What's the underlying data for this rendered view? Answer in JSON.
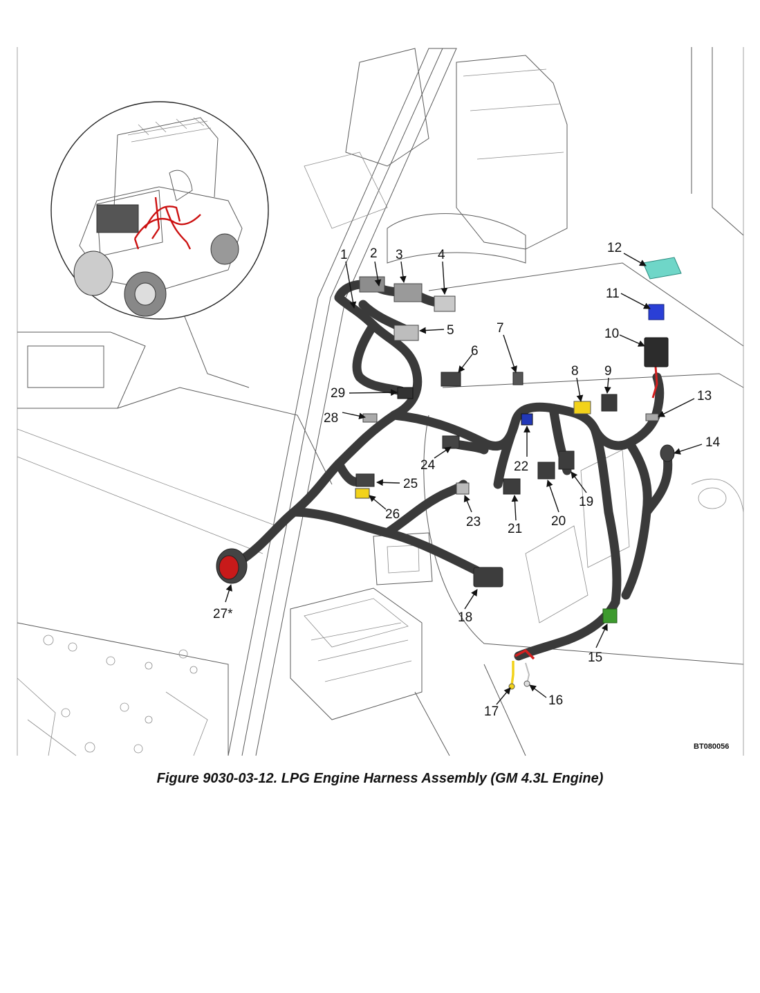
{
  "figure": {
    "image_code": "BT080056",
    "caption": "Figure 9030-03-12. LPG Engine Harness Assembly (GM 4.3L Engine)"
  },
  "callouts": [
    {
      "id": "c1",
      "label": "1"
    },
    {
      "id": "c2",
      "label": "2"
    },
    {
      "id": "c3",
      "label": "3"
    },
    {
      "id": "c4",
      "label": "4"
    },
    {
      "id": "c5",
      "label": "5"
    },
    {
      "id": "c6",
      "label": "6"
    },
    {
      "id": "c7",
      "label": "7"
    },
    {
      "id": "c8",
      "label": "8"
    },
    {
      "id": "c9",
      "label": "9"
    },
    {
      "id": "c10",
      "label": "10"
    },
    {
      "id": "c11",
      "label": "11"
    },
    {
      "id": "c12",
      "label": "12"
    },
    {
      "id": "c13",
      "label": "13"
    },
    {
      "id": "c14",
      "label": "14"
    },
    {
      "id": "c15",
      "label": "15"
    },
    {
      "id": "c16",
      "label": "16"
    },
    {
      "id": "c17",
      "label": "17"
    },
    {
      "id": "c18",
      "label": "18"
    },
    {
      "id": "c19",
      "label": "19"
    },
    {
      "id": "c20",
      "label": "20"
    },
    {
      "id": "c21",
      "label": "21"
    },
    {
      "id": "c22",
      "label": "22"
    },
    {
      "id": "c23",
      "label": "23"
    },
    {
      "id": "c24",
      "label": "24"
    },
    {
      "id": "c25",
      "label": "25"
    },
    {
      "id": "c26",
      "label": "26"
    },
    {
      "id": "c27",
      "label": "27*"
    },
    {
      "id": "c28",
      "label": "28"
    },
    {
      "id": "c29",
      "label": "29"
    }
  ],
  "colors": {
    "harness": "#3a3a3a",
    "red_wire": "#d42020",
    "connector_yellow": "#f2d21a",
    "connector_green": "#3d9a2e",
    "fuse_blue": "#2a3fd6",
    "relay_teal": "#6fd6c8",
    "inset_harness": "#cc1111"
  }
}
